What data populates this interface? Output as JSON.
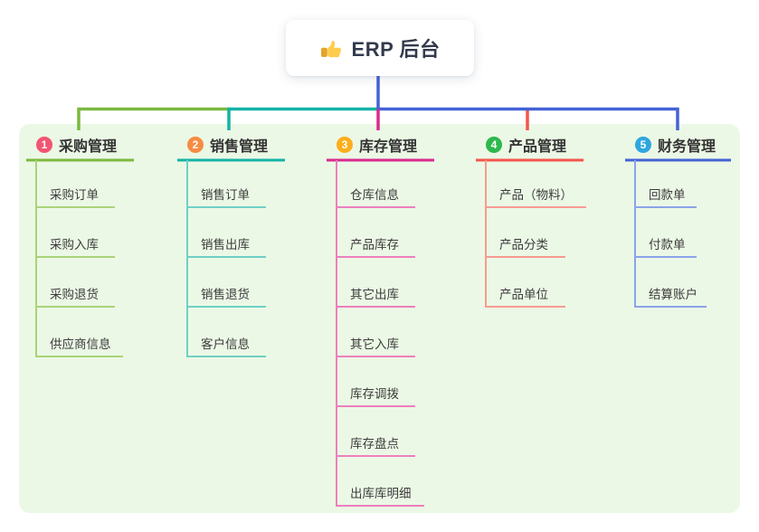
{
  "root": {
    "label": "ERP 后台",
    "icon": "thumbs-up-icon"
  },
  "colors": {
    "panel_bg": "#ecf8e6",
    "root_text": "#333a4d",
    "branch_text": "#333333",
    "child_text": "#3c3c3c",
    "green": "#7cb93f",
    "green_light": "#a8d478",
    "teal": "#14b3a6",
    "teal_light": "#6fd0c5",
    "magenta": "#da2a8e",
    "magenta_light": "#ee7fbd",
    "red": "#f4564c",
    "red_light": "#f99a90",
    "blue": "#4463d6",
    "blue_light": "#8ba3ea",
    "badge_1": "#f25572",
    "badge_2": "#f68c42",
    "badge_3": "#fcae1a",
    "badge_4": "#2eb84d",
    "badge_5": "#2ea7e0"
  },
  "branches": [
    {
      "index": "1",
      "title": "采购管理",
      "badge_color": "#f25572",
      "line_color": "#7cb93f",
      "children": [
        "采购订单",
        "采购入库",
        "采购退货",
        "供应商信息"
      ]
    },
    {
      "index": "2",
      "title": "销售管理",
      "badge_color": "#f68c42",
      "line_color": "#14b3a6",
      "children": [
        "销售订单",
        "销售出库",
        "销售退货",
        "客户信息"
      ]
    },
    {
      "index": "3",
      "title": "库存管理",
      "badge_color": "#fcae1a",
      "line_color": "#da2a8e",
      "children": [
        "仓库信息",
        "产品库存",
        "其它出库",
        "其它入库",
        "库存调拨",
        "库存盘点",
        "出库库明细"
      ]
    },
    {
      "index": "4",
      "title": "产品管理",
      "badge_color": "#2eb84d",
      "line_color": "#f4564c",
      "children": [
        "产品（物料）",
        "产品分类",
        "产品单位"
      ]
    },
    {
      "index": "5",
      "title": "财务管理",
      "badge_color": "#2ea7e0",
      "line_color": "#4463d6",
      "children": [
        "回款单",
        "付款单",
        "结算账户"
      ]
    }
  ]
}
